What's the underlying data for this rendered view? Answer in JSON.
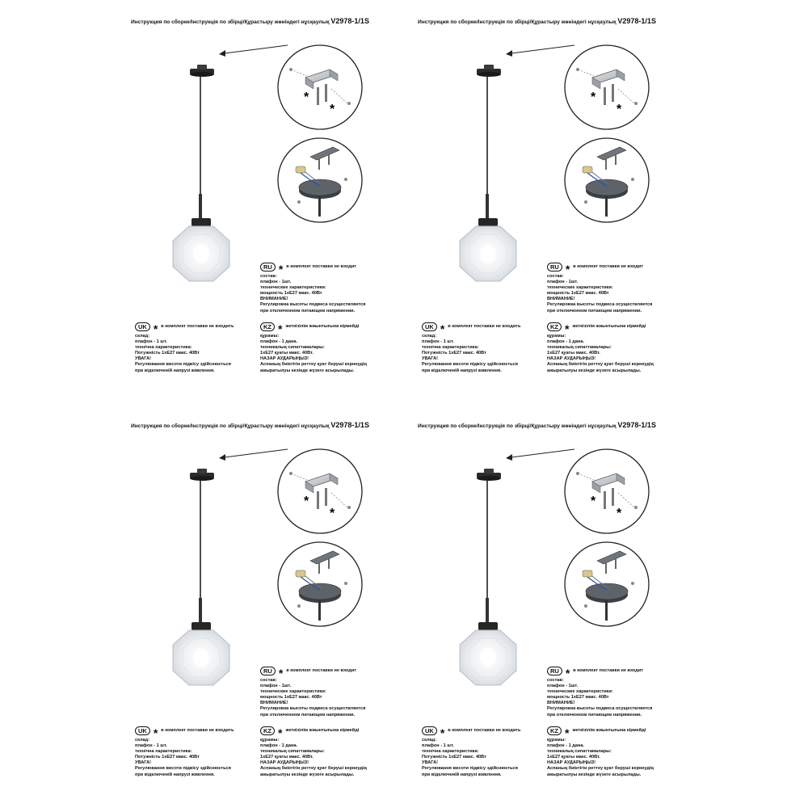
{
  "header": {
    "title": "Инструкция по сборке/Інструкція по збірці/Құрастыру жөніндегі нұсқаулық",
    "model": "V2978-1/1S"
  },
  "ru": {
    "code": "RU",
    "note": "в комплект поставки не входит",
    "composition_label": "состав:",
    "composition": "плафон - 1шт.",
    "specs_label": "технические характеристики:",
    "specs": "мощность 1xE27 макс. 40Вт",
    "warning_label": "ВНИМАНИЕ!",
    "warning_line1": "Регулировка высоты подвеса осуществляется",
    "warning_line2": "при отключенном питающем напряжении."
  },
  "uk": {
    "code": "UK",
    "note": "в комплект поставки не входить",
    "composition_label": "склад:",
    "composition": "плафон - 1 шт.",
    "specs_label": "технічна характеристика:",
    "specs": "Потужність 1xE27 макс. 40Вт",
    "warning_label": "УВАГА!",
    "warning_line1": "Регулювання висоти підвісу здійснюється",
    "warning_line2": "при відключеній напрузі живлення."
  },
  "kz": {
    "code": "KZ",
    "note": "жеткізілім жиынтығына кірмейді",
    "composition_label": "құрамы:",
    "composition": "плафон - 1 дана.",
    "specs_label": "техникалық сипаттамалары:",
    "specs": "1xE27 қуаты макс. 40Вт.",
    "warning_label": "НАЗАР АУДАРЫҢЫЗ!",
    "warning_line1": "Аспаның биіктігін реттеу қуат беруші кернеудің",
    "warning_line2": "ажыратылуы кезінде жүзеге асырылады."
  },
  "icons": {
    "asterisk": "asterisk-icon",
    "lamp": "pendant-lamp-icon",
    "mount_bracket": "mounting-bracket-icon",
    "ceiling_canopy": "ceiling-canopy-icon"
  },
  "panels": [
    "panel-top-left",
    "panel-top-right",
    "panel-bottom-left",
    "panel-bottom-right"
  ]
}
